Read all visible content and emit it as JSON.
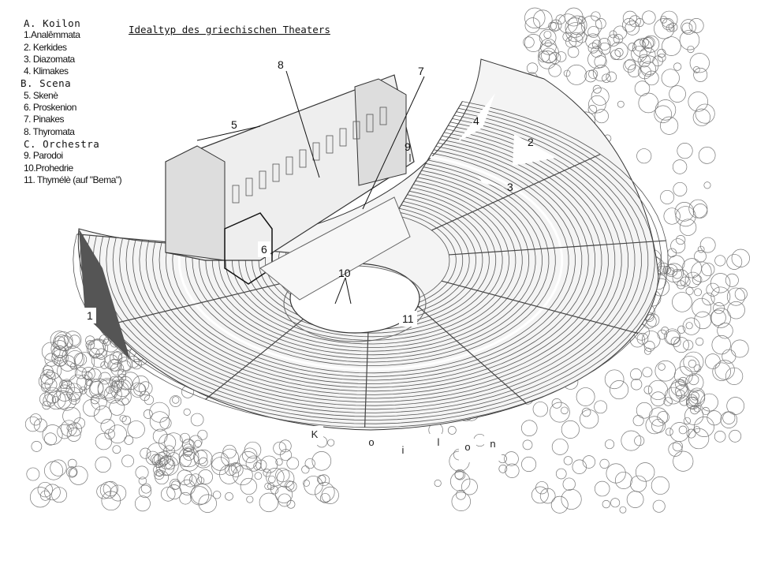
{
  "title": "Idealtyp des griechischen Theaters",
  "legend": {
    "sections": [
      {
        "heading": "A. Koilon",
        "items": [
          "1.Analêmmata",
          "2. Kerkides",
          "3. Diazomata",
          "4. Klimakes"
        ]
      },
      {
        "heading": "B. Scena",
        "items": [
          "5. Skenè",
          "6. Proskenion",
          "7. Pinakes",
          "8. Thyromata"
        ]
      },
      {
        "heading": "C. Orchestra",
        "items": [
          "9. Parodoi",
          "10.Prohedrie",
          "11. Thymélè (auf \"Bema\")"
        ]
      }
    ]
  },
  "markers": [
    "1",
    "2",
    "3",
    "4",
    "5",
    "6",
    "7",
    "8",
    "9",
    "10",
    "11"
  ],
  "koilon_letters": [
    "K",
    "o",
    "i",
    "l",
    "o",
    "n"
  ]
}
